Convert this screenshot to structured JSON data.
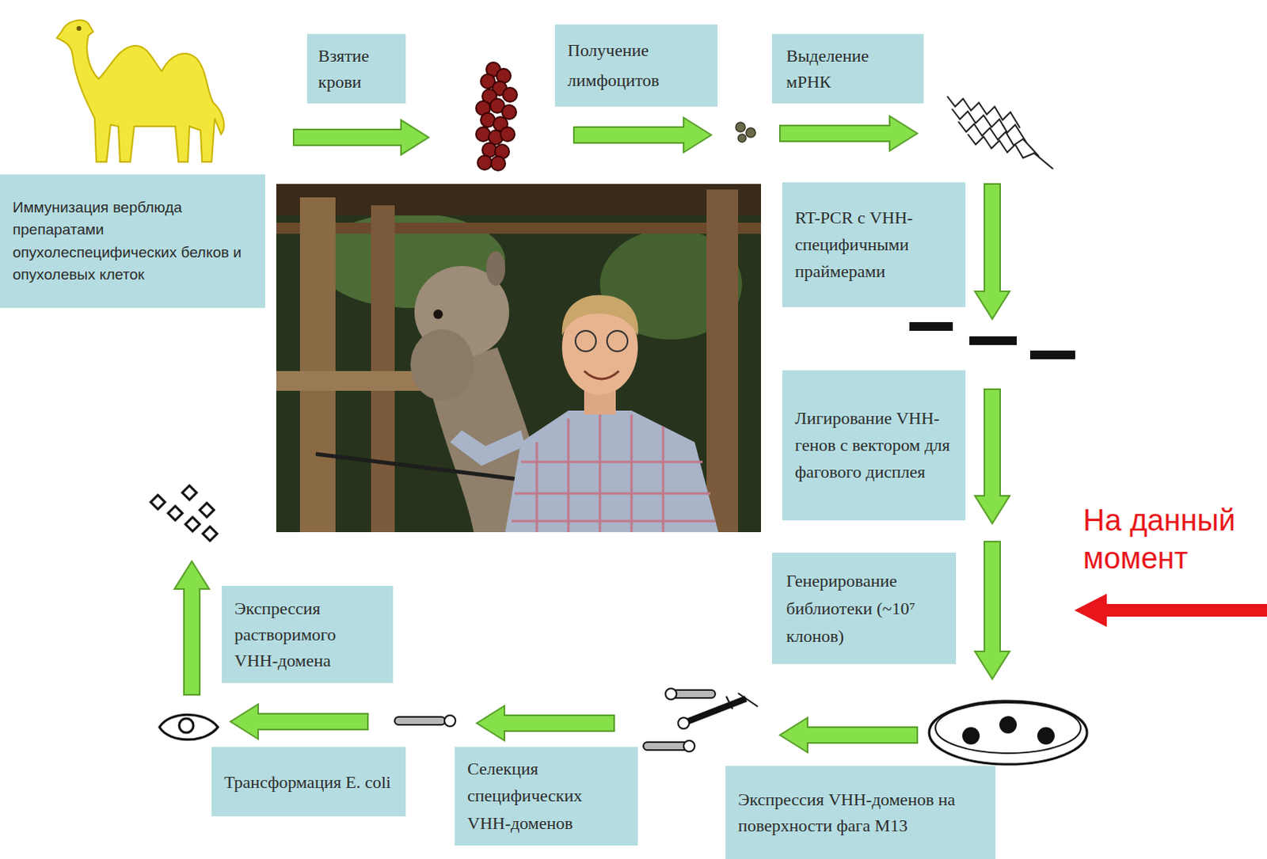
{
  "diagram": {
    "nodes": [
      {
        "text": [
          "Иммунизация верблюда препаратами опухолеспецифических белков и опухолевых клеток"
        ]
      },
      {
        "text": [
          "Взятие крови"
        ]
      },
      {
        "text": [
          "Получение лимфоцитов"
        ]
      },
      {
        "text": [
          "Выделение мРНК"
        ]
      },
      {
        "text": [
          "RT-PCR с VHH-специфичными праймерами"
        ]
      },
      {
        "text": [
          "Лигирование VHH-генов с вектором для фагового дисплея"
        ]
      },
      {
        "text": [
          "Генерирование библиотеки (~10⁷ клонов)"
        ]
      },
      {
        "text": [
          "Экспрессия VHH-доменов на поверхности фага M13"
        ]
      },
      {
        "text": [
          "Селекция специфических VHH-доменов"
        ]
      },
      {
        "text": [
          "Трансформация E. coli"
        ]
      },
      {
        "text": [
          "Экспрессия растворимого VHH-домена"
        ]
      }
    ],
    "labels": [
      "На данный момент"
    ]
  }
}
